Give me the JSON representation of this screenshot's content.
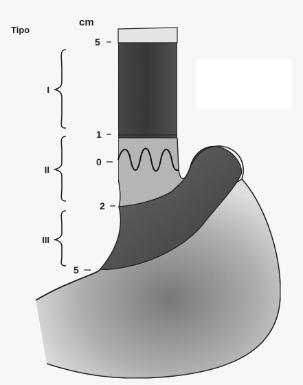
{
  "headers": {
    "type": "Tipo",
    "unit": "cm"
  },
  "scale_marks": [
    "5",
    "1",
    "0",
    "2",
    "5"
  ],
  "types": [
    "I",
    "II",
    "III"
  ]
}
